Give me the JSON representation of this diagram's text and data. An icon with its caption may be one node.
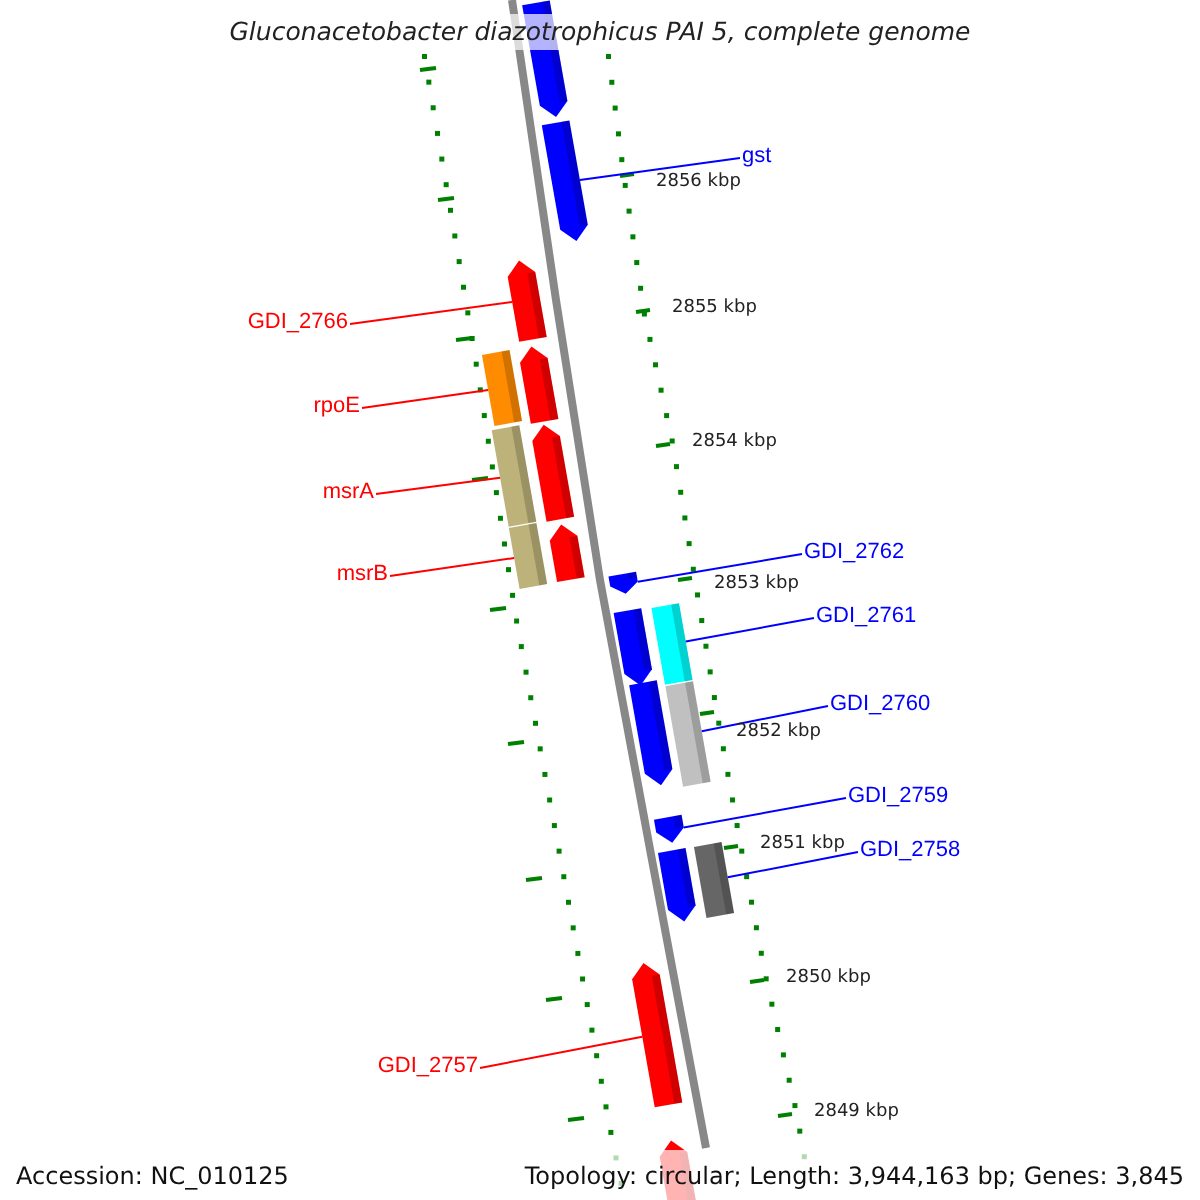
{
  "diagram": {
    "title": "Gluconacetobacter diazotrophicus PAI 5, complete genome",
    "nodes": [
      {
        "text": [
          "gst"
        ]
      },
      {
        "text": [
          "GDI_2766"
        ]
      },
      {
        "text": [
          "rpoE"
        ]
      },
      {
        "text": [
          "msrA"
        ]
      },
      {
        "text": [
          "msrB"
        ]
      },
      {
        "text": [
          "GDI_2762"
        ]
      },
      {
        "text": [
          "GDI_2761"
        ]
      },
      {
        "text": [
          "GDI_2760"
        ]
      },
      {
        "text": [
          "GDI_2759"
        ]
      },
      {
        "text": [
          "GDI_2758"
        ]
      },
      {
        "text": [
          "GDI_2757"
        ]
      },
      {
        "text": [],
        "shape": "arrow"
      },
      {
        "text": [],
        "shape": "arrow"
      },
      {
        "text": [],
        "shape": "arrow"
      },
      {
        "text": [],
        "shape": "box"
      },
      {
        "text": [],
        "shape": "arrow"
      },
      {
        "text": [],
        "shape": "box"
      },
      {
        "text": [],
        "shape": "arrow"
      },
      {
        "text": [],
        "shape": "box"
      },
      {
        "text": [],
        "shape": "arrow"
      },
      {
        "text": [],
        "shape": "arrow"
      },
      {
        "text": [],
        "shape": "arrow"
      },
      {
        "text": [],
        "shape": "box"
      },
      {
        "text": [],
        "shape": "arrow"
      },
      {
        "text": [],
        "shape": "box"
      },
      {
        "text": [],
        "shape": "arrow"
      },
      {
        "text": [],
        "shape": "arrow"
      },
      {
        "text": [],
        "shape": "box"
      },
      {
        "text": [],
        "shape": "arrow"
      },
      {
        "text": [],
        "shape": "arrow"
      }
    ],
    "edges": [
      {
        "from": 0,
        "to": 12,
        "arrow": "none"
      },
      {
        "from": 1,
        "to": 13,
        "arrow": "none",
        "color": "#ff0000"
      },
      {
        "from": 2,
        "to": 14,
        "arrow": "none",
        "color": "#ff0000"
      },
      {
        "from": 3,
        "to": 16,
        "arrow": "none",
        "color": "#ff0000"
      },
      {
        "from": 4,
        "to": 18,
        "arrow": "none",
        "color": "#ff0000"
      },
      {
        "from": 5,
        "to": 20,
        "arrow": "none"
      },
      {
        "from": 6,
        "to": 22,
        "arrow": "none"
      },
      {
        "from": 7,
        "to": 24,
        "arrow": "none"
      },
      {
        "from": 8,
        "to": 25,
        "arrow": "none"
      },
      {
        "from": 9,
        "to": 27,
        "arrow": "none"
      },
      {
        "from": 10,
        "to": 28,
        "arrow": "none",
        "color": "#ff0000"
      }
    ],
    "labels": [
      "2856 kbp",
      "2855 kbp",
      "2854 kbp",
      "2853 kbp",
      "2852 kbp",
      "2851 kbp",
      "2850 kbp",
      "2849 kbp",
      "Accession: NC_010125",
      "Topology: circular; Length: 3,944,163 bp; Genes: 3,845"
    ]
  }
}
